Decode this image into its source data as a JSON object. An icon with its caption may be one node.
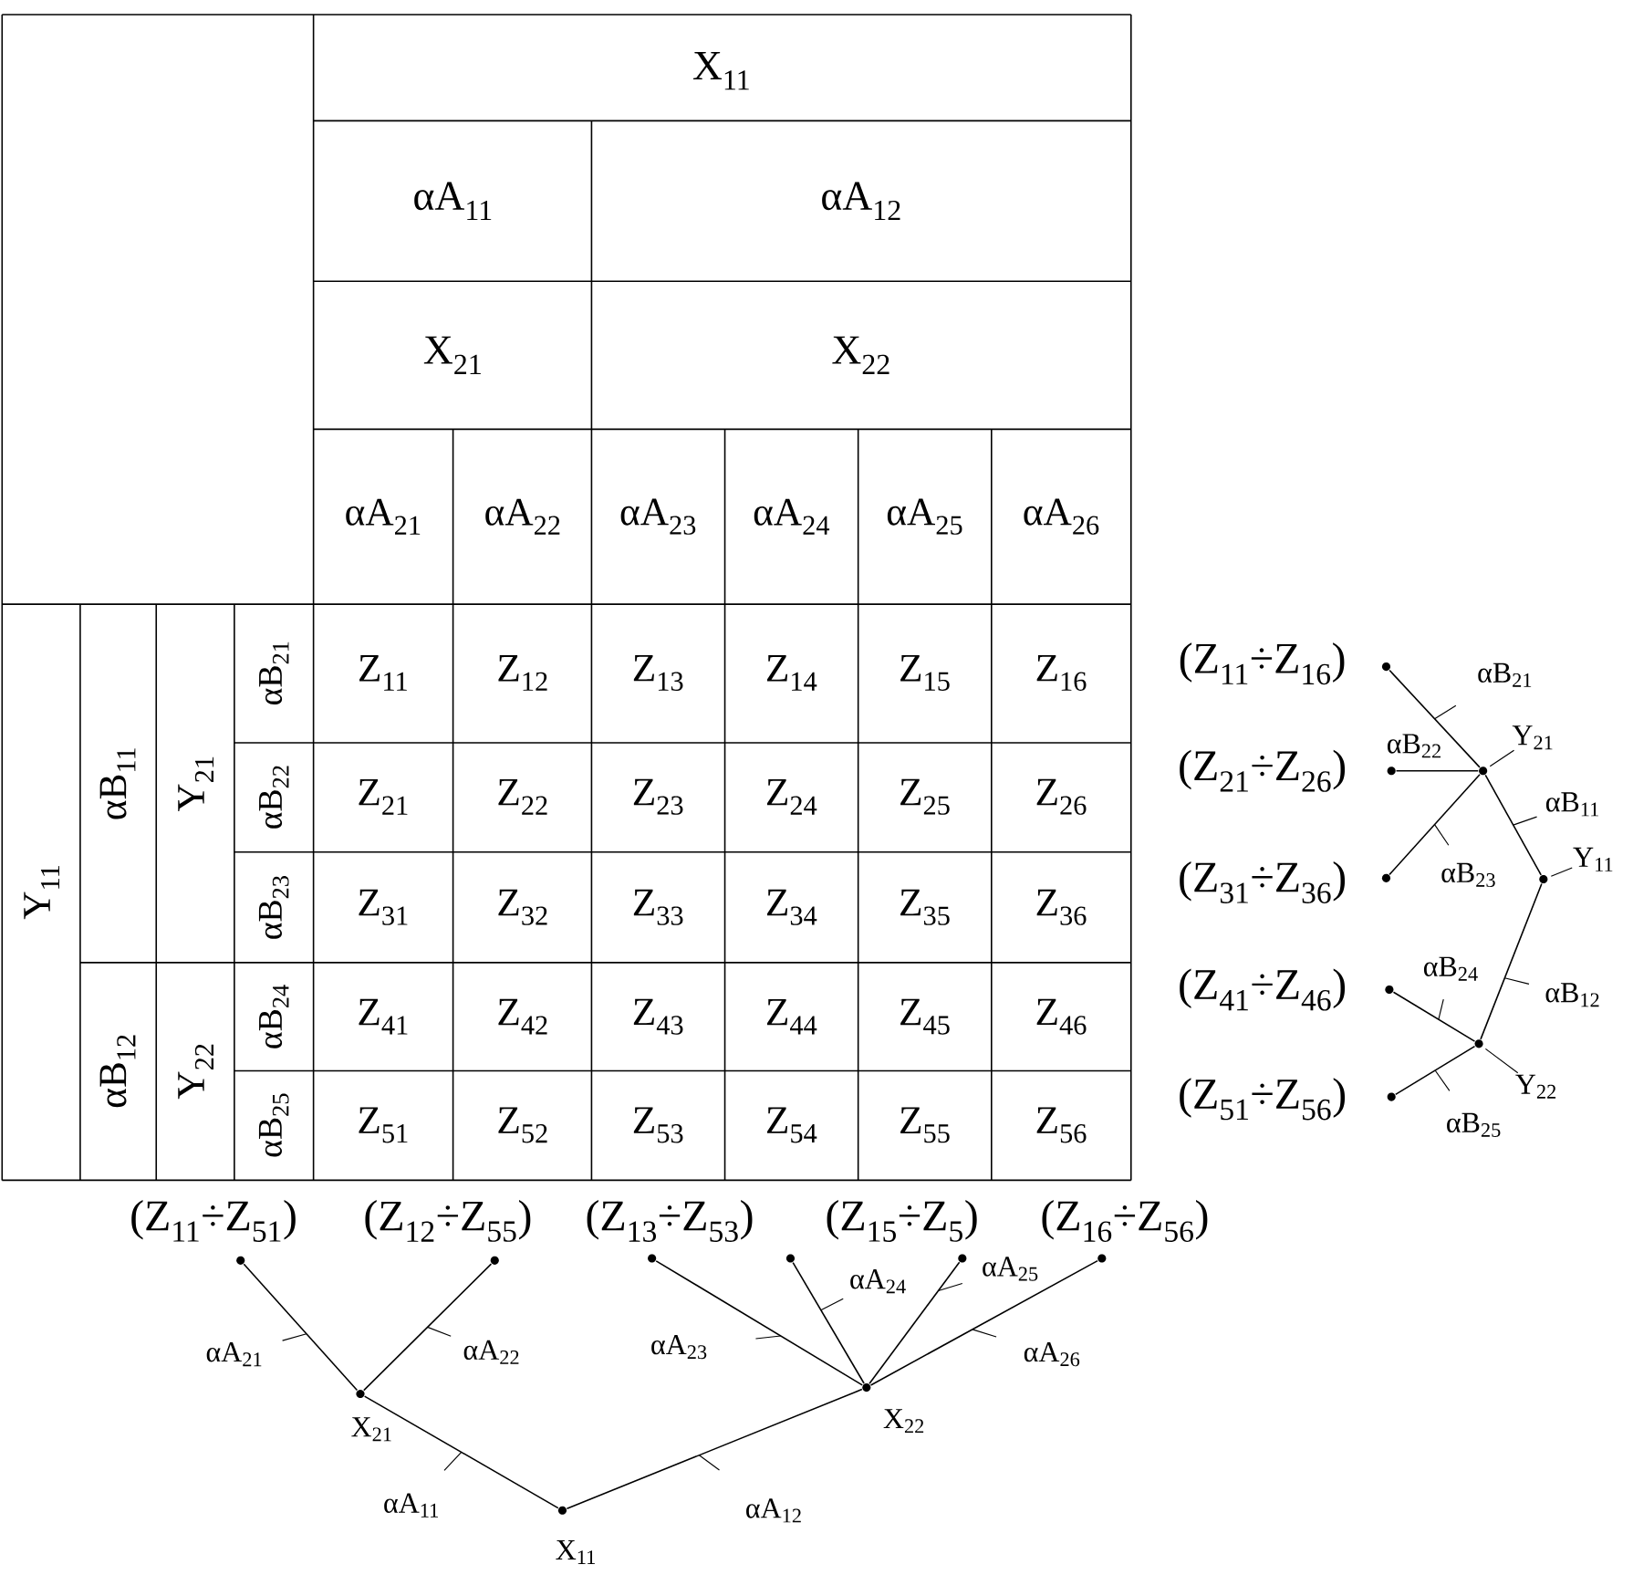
{
  "diagram": {
    "nodes": [
      {
        "text": [],
        "shape": "circle",
        "beside": [
          "X$_{11}$"
        ]
      },
      {
        "text": [],
        "shape": "circle",
        "beside": [
          "X$_{21}$"
        ]
      },
      {
        "text": [],
        "shape": "circle",
        "beside": [
          "X$_{22}$"
        ]
      },
      {
        "text": [],
        "shape": "circle"
      },
      {
        "text": [],
        "shape": "circle"
      },
      {
        "text": [],
        "shape": "circle"
      },
      {
        "text": [],
        "shape": "circle"
      },
      {
        "text": [],
        "shape": "circle"
      },
      {
        "text": [],
        "shape": "circle"
      },
      {
        "text": [],
        "shape": "circle",
        "beside": [
          "Y$_{11}$"
        ]
      },
      {
        "text": [],
        "shape": "circle",
        "beside": [
          "Y$_{21}$"
        ]
      },
      {
        "text": [],
        "shape": "circle",
        "beside": [
          "Y$_{22}$"
        ]
      },
      {
        "text": [],
        "shape": "circle",
        "beside": [
          "(Z$_{11}$÷Z$_{16}$)"
        ]
      },
      {
        "text": [],
        "shape": "circle",
        "beside": [
          "(Z$_{21}$÷Z$_{26}$)"
        ]
      },
      {
        "text": [],
        "shape": "circle",
        "beside": [
          "(Z$_{31}$÷Z$_{36}$)"
        ]
      },
      {
        "text": [],
        "shape": "circle",
        "beside": [
          "(Z$_{41}$÷Z$_{46}$)"
        ]
      },
      {
        "text": [],
        "shape": "circle",
        "beside": [
          "(Z$_{51}$÷Z$_{56}$)"
        ]
      }
    ],
    "edges": [
      {
        "from": 0,
        "to": 1,
        "arrow": "none",
        "label": "αA$_{11}$"
      },
      {
        "from": 0,
        "to": 2,
        "arrow": "none",
        "label": "αA$_{12}$"
      },
      {
        "from": 1,
        "to": 3,
        "arrow": "none",
        "label": "αA$_{21}$"
      },
      {
        "from": 1,
        "to": 4,
        "arrow": "none",
        "label": "αA$_{22}$"
      },
      {
        "from": 2,
        "to": 5,
        "arrow": "none",
        "label": "αA$_{23}$"
      },
      {
        "from": 2,
        "to": 6,
        "arrow": "none",
        "label": "αA$_{24}$"
      },
      {
        "from": 2,
        "to": 7,
        "arrow": "none",
        "label": "αA$_{25}$"
      },
      {
        "from": 2,
        "to": 8,
        "arrow": "none",
        "label": "αA$_{26}$"
      },
      {
        "from": 9,
        "to": 10,
        "arrow": "none",
        "label": "αB$_{11}$"
      },
      {
        "from": 9,
        "to": 11,
        "arrow": "none",
        "label": "αB$_{12}$"
      },
      {
        "from": 10,
        "to": 12,
        "arrow": "none",
        "label": "αB$_{21}$"
      },
      {
        "from": 10,
        "to": 13,
        "arrow": "none",
        "label": "αB$_{22}$"
      },
      {
        "from": 10,
        "to": 14,
        "arrow": "none",
        "label": "αB$_{23}$"
      },
      {
        "from": 11,
        "to": 15,
        "arrow": "none",
        "label": "αB$_{24}$"
      },
      {
        "from": 11,
        "to": 16,
        "arrow": "none",
        "label": "αB$_{25}$"
      }
    ],
    "labels": [
      "X$_{11}$",
      "αA$_{11}$",
      "αA$_{12}$",
      "X$_{21}$",
      "X$_{22}$",
      "αA$_{21}$",
      "αA$_{22}$",
      "αA$_{23}$",
      "αA$_{24}$",
      "αA$_{25}$",
      "αA$_{26}$",
      "Y$_{11}$",
      "αB$_{11}$",
      "Y$_{21}$",
      "αB$_{21}$",
      "Z$_{11}$",
      "Z$_{12}$",
      "Z$_{13}$",
      "Z$_{14}$",
      "Z$_{15}$",
      "Z$_{16}$",
      "αB$_{22}$",
      "Z$_{21}$",
      "Z$_{22}$",
      "Z$_{23}$",
      "Z$_{24}$",
      "Z$_{25}$",
      "Z$_{26}$",
      "αB$_{23}$",
      "Z$_{31}$",
      "Z$_{32}$",
      "Z$_{33}$",
      "Z$_{34}$",
      "Z$_{35}$",
      "Z$_{36}$",
      "αB$_{12}$",
      "Y$_{22}$",
      "αB$_{24}$",
      "Z$_{41}$",
      "Z$_{42}$",
      "Z$_{43}$",
      "Z$_{44}$",
      "Z$_{45}$",
      "Z$_{46}$",
      "αB$_{25}$",
      "Z$_{51}$",
      "Z$_{52}$",
      "Z$_{53}$",
      "Z$_{54}$",
      "Z$_{55}$",
      "Z$_{56}$",
      "(Z$_{11}$÷Z$_{51}$)",
      "(Z$_{12}$÷Z$_{55}$)",
      "(Z$_{13}$÷Z$_{53}$)",
      "(Z$_{15}$÷Z$_{5}$)",
      "(Z$_{16}$÷Z$_{56}$)"
    ]
  }
}
